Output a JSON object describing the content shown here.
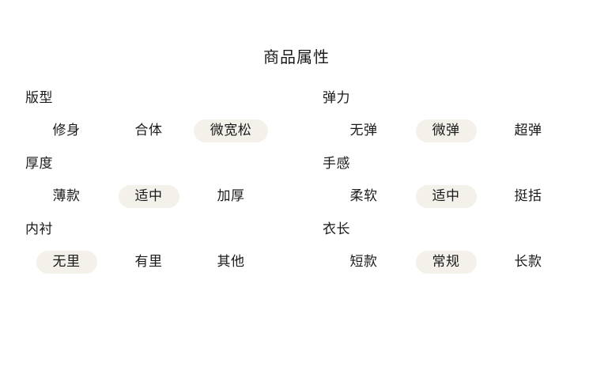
{
  "header": {
    "title": "商品属性"
  },
  "attributes": [
    {
      "label": "版型",
      "options": [
        {
          "text": "修身",
          "selected": false
        },
        {
          "text": "合体",
          "selected": false
        },
        {
          "text": "微宽松",
          "selected": true
        }
      ]
    },
    {
      "label": "弹力",
      "options": [
        {
          "text": "无弹",
          "selected": false
        },
        {
          "text": "微弹",
          "selected": true
        },
        {
          "text": "超弹",
          "selected": false
        }
      ]
    },
    {
      "label": "厚度",
      "options": [
        {
          "text": "薄款",
          "selected": false
        },
        {
          "text": "适中",
          "selected": true
        },
        {
          "text": "加厚",
          "selected": false
        }
      ]
    },
    {
      "label": "手感",
      "options": [
        {
          "text": "柔软",
          "selected": false
        },
        {
          "text": "适中",
          "selected": true
        },
        {
          "text": "挺括",
          "selected": false
        }
      ]
    },
    {
      "label": "内衬",
      "options": [
        {
          "text": "无里",
          "selected": true
        },
        {
          "text": "有里",
          "selected": false
        },
        {
          "text": "其他",
          "selected": false
        }
      ]
    },
    {
      "label": "衣长",
      "options": [
        {
          "text": "短款",
          "selected": false
        },
        {
          "text": "常规",
          "selected": true
        },
        {
          "text": "长款",
          "selected": false
        }
      ]
    }
  ],
  "colors": {
    "page_background": "#FFFFFF",
    "text": "#1A1A1A",
    "selected_pill_background": "#F4F1EA"
  }
}
